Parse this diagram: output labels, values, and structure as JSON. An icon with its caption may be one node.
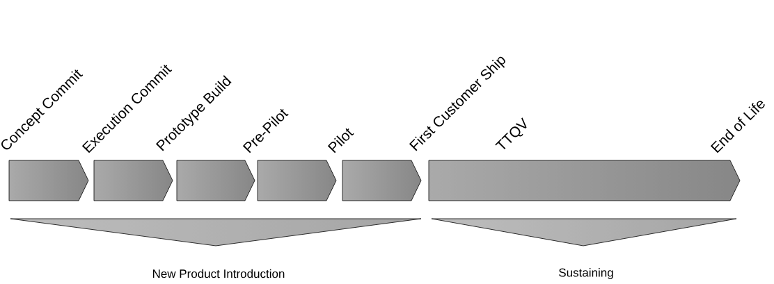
{
  "diagram": {
    "nodes": [
      {
        "text": [],
        "shape": "chevron"
      },
      {
        "text": [],
        "shape": "chevron"
      },
      {
        "text": [],
        "shape": "chevron"
      },
      {
        "text": [],
        "shape": "chevron"
      },
      {
        "text": [],
        "shape": "chevron"
      },
      {
        "text": [],
        "shape": "chevron"
      },
      {
        "text": [
          "New Product Introduction"
        ]
      },
      {
        "text": [
          "Sustaining"
        ]
      }
    ],
    "labels": [
      "Concept Commit",
      "Execution Commit",
      "Prototype Build",
      "Pre-Pilot",
      "Pilot",
      "First Customer Ship",
      "TTQV",
      "End of Life"
    ]
  }
}
